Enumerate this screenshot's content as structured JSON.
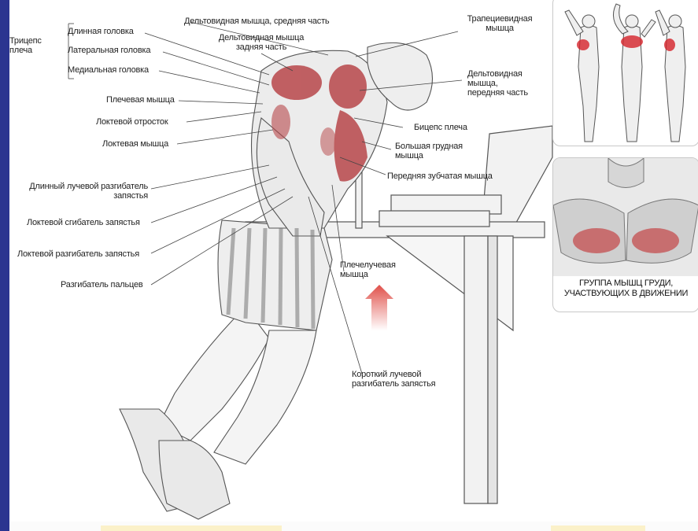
{
  "labels": {
    "triceps": "Трицепс\nплеча",
    "long_head": "Длинная головка",
    "lateral_head": "Латеральная головка",
    "medial_head": "Медиальная головка",
    "deltoid_middle": "Дельтовидная мышца, средняя часть",
    "deltoid_posterior": "Дельтовидная мышца\nзадняя часть",
    "trapezius": "Трапециевидная\nмышца",
    "deltoid_anterior": "Дельтовидная\nмышца,\nпередняя часть",
    "brachialis": "Плечевая мышца",
    "olecranon": "Локтевой отросток",
    "anconeus": "Локтевая мышца",
    "biceps": "Бицепс плеча",
    "pectoralis_major": "Большая грудная\nмышца",
    "serratus_anterior": "Передняя зубчатая мышца",
    "ext_carpi_radialis_longus": "Длинный лучевой разгибатель\nзапястья",
    "flexor_carpi_ulnaris": "Локтевой сгибатель запястья",
    "ext_carpi_ulnaris": "Локтевой разгибатель запястья",
    "ext_digitorum": "Разгибатель пальцев",
    "brachioradialis": "Плечелучевая\nмышца",
    "ext_carpi_radialis_brevis": "Короткий лучевой\nразгибатель запястья"
  },
  "chest_panel": {
    "caption": "ГРУППА МЫШЦ ГРУДИ,\nУЧАСТВУЮЩИХ В ДВИЖЕНИИ"
  },
  "colors": {
    "accent_blue": "#2b3590",
    "muscle_red": "#b8474a",
    "arrow_red": "#e0504a",
    "sketch": "#555555"
  }
}
